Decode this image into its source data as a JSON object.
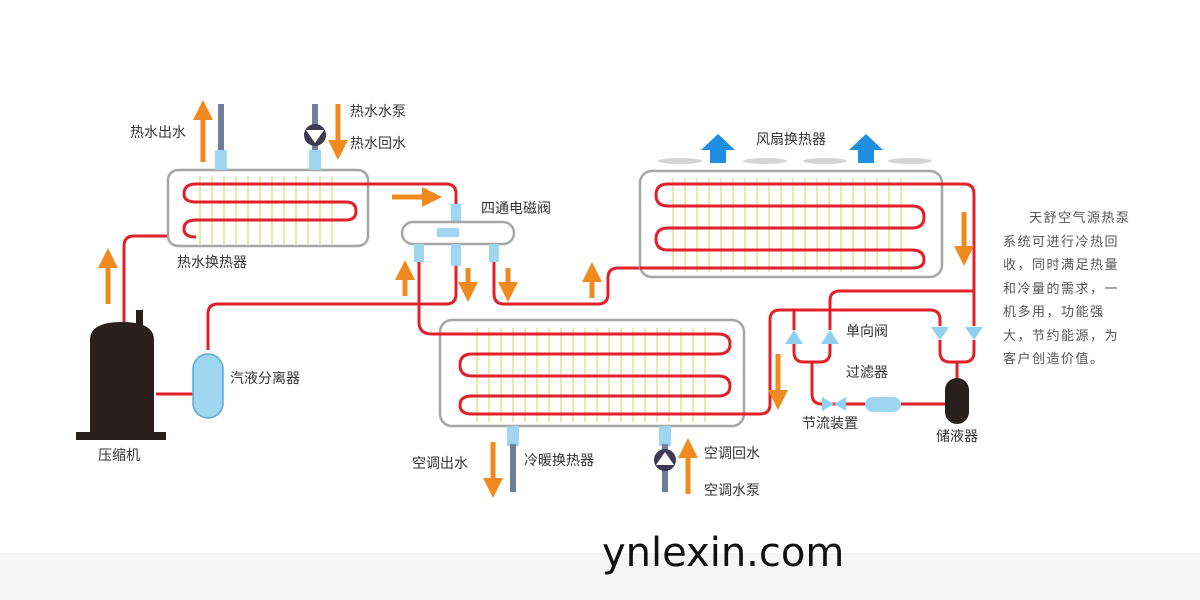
{
  "labels": {
    "hot_water_out": "热水出水",
    "hot_water_pump": "热水水泵",
    "hot_water_return": "热水回水",
    "hot_water_hx": "热水换热器",
    "four_way_valve": "四通电磁阀",
    "fan_hx": "风扇换热器",
    "compressor": "压缩机",
    "gas_liquid_separator": "汽液分离器",
    "ac_water_out": "空调出水",
    "cool_warm_hx": "冷暖换热器",
    "ac_water_return": "空调回水",
    "ac_water_pump": "空调水泵",
    "check_valve": "单向阀",
    "filter": "过滤器",
    "throttle": "节流装置",
    "receiver": "储液器"
  },
  "description": "天舒空气源热泵系统可进行冷热回收，同时满足热量和冷量的需求，一机多用，功能强大，节约能源，为客户创造价值。",
  "watermark": "ynlexin.com",
  "colors": {
    "refrigerant_pipe": "#e0202a",
    "flow_arrow": "#f08a1f",
    "fan_arrow": "#1e8fe0",
    "fitting": "#9ed6ef",
    "water_pipe": "#6f7f99",
    "fin": "#e4e08a",
    "shell": "#a6a6a6",
    "compressor": "#2a1f1f"
  }
}
